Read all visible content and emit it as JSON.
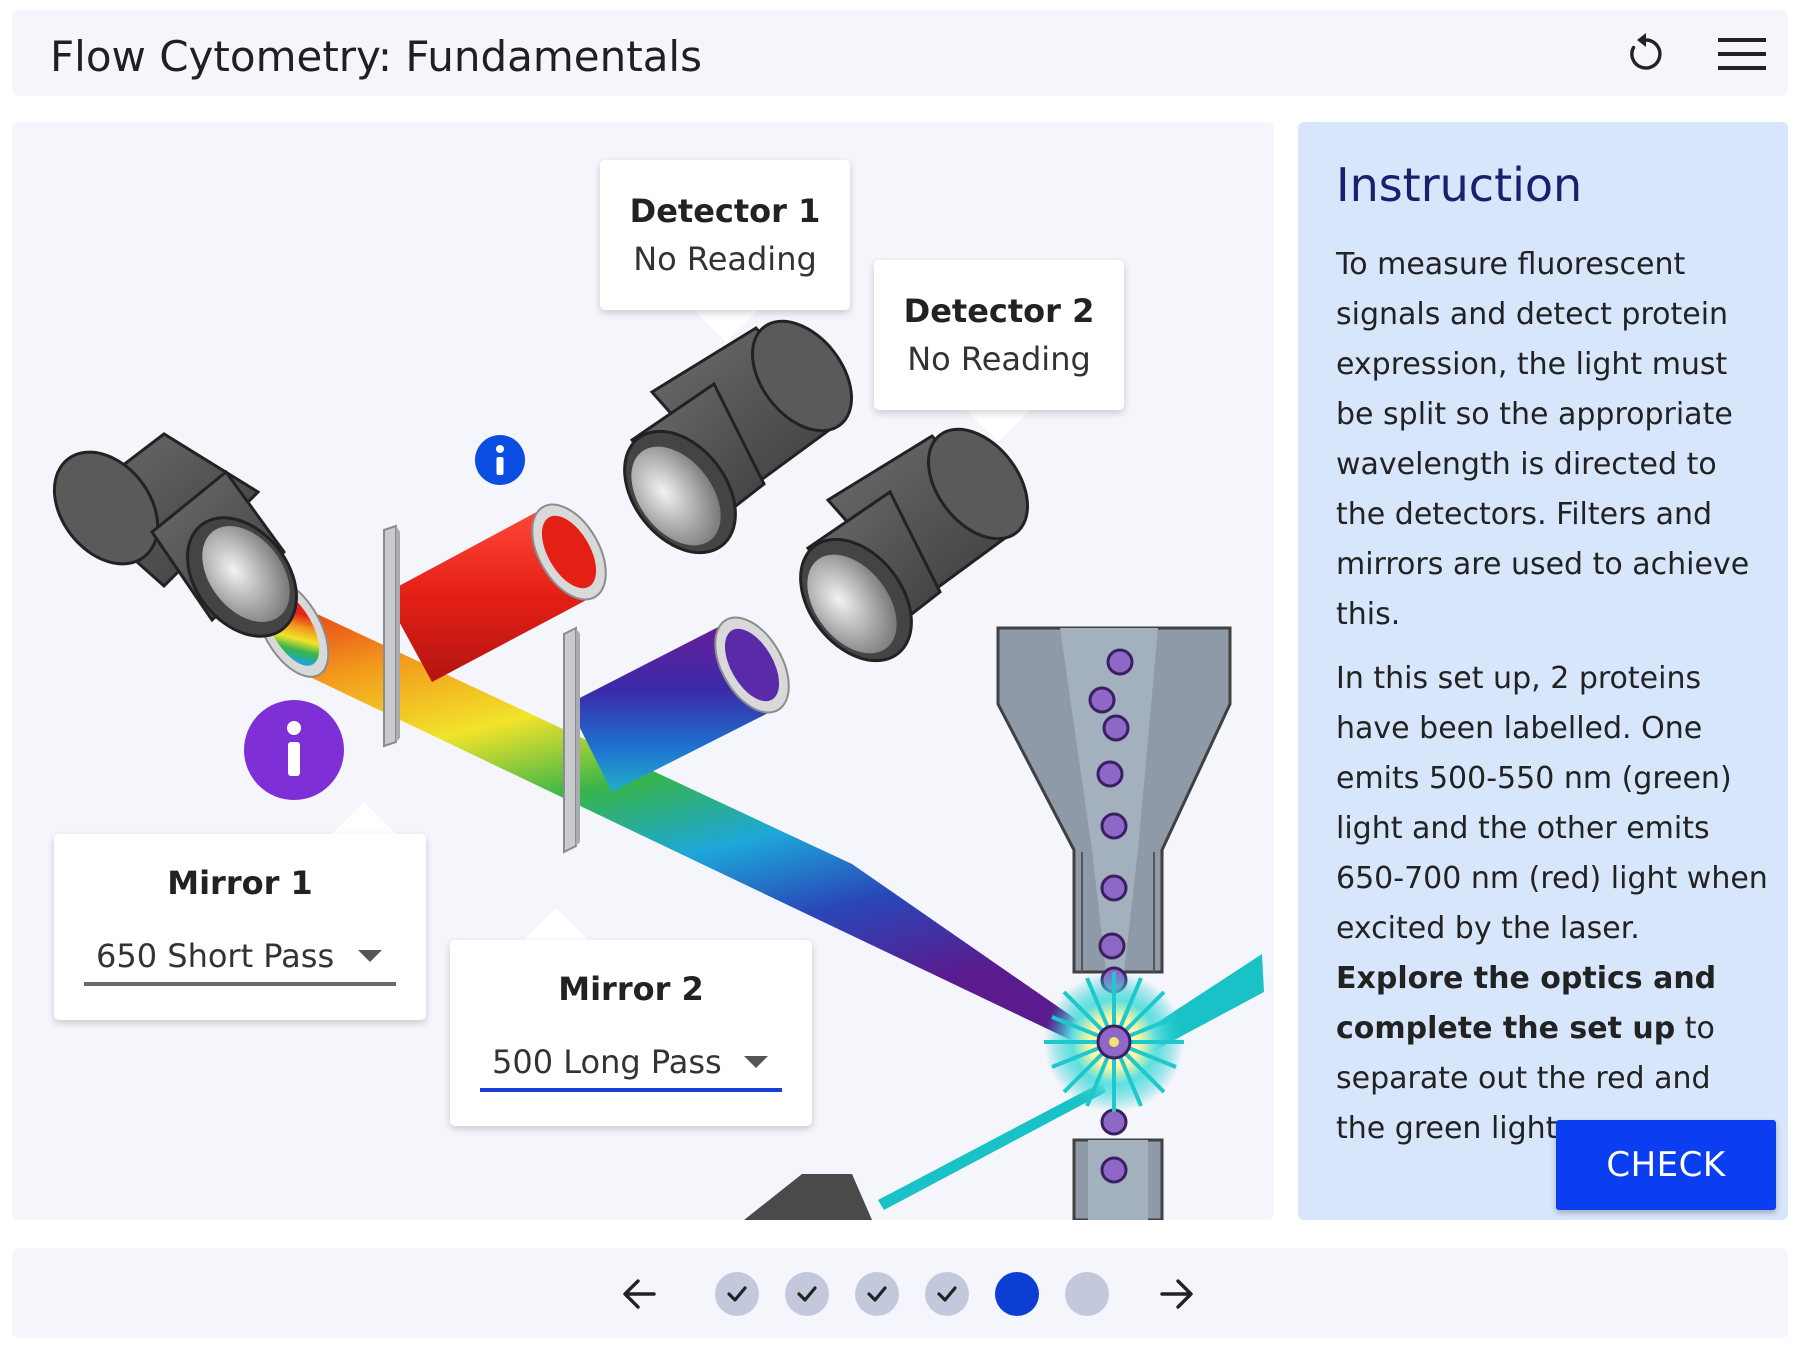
{
  "header": {
    "title": "Flow Cytometry: Fundamentals",
    "reset_icon": "reset-icon",
    "menu_icon": "hamburger-menu-icon"
  },
  "detectors": [
    {
      "title": "Detector 1",
      "reading": "No Reading"
    },
    {
      "title": "Detector 2",
      "reading": "No Reading"
    }
  ],
  "mirrors": [
    {
      "title": "Mirror 1",
      "selected": "650 Short Pass"
    },
    {
      "title": "Mirror 2",
      "selected": "500 Long Pass"
    }
  ],
  "instruction": {
    "title": "Instruction",
    "paragraph1": "To measure fluorescent signals and detect protein expression, the light must be split so the appropriate wavelength is directed to the detectors. Filters and mirrors are used to achieve this.",
    "paragraph2_part1": "In this set up, 2 proteins have been labelled. One emits 500-550 nm (green) light and the other emits 650-700 nm (red) light when excited by the laser.",
    "paragraph2_bold": "Explore the optics and complete the set up",
    "paragraph2_part2": "to separate out the red and the green light.",
    "check_label": "CHECK"
  },
  "progress": {
    "total_steps": 6,
    "completed_steps": 4,
    "current_step": 5
  },
  "colors": {
    "accent_blue": "#0a3ef0",
    "info_purple": "#7e2fd6",
    "info_blue": "#0b4de0",
    "panel_bg": "#d7e6fb",
    "step_done": "#c4c8dc",
    "step_current": "#0b3fd4"
  }
}
